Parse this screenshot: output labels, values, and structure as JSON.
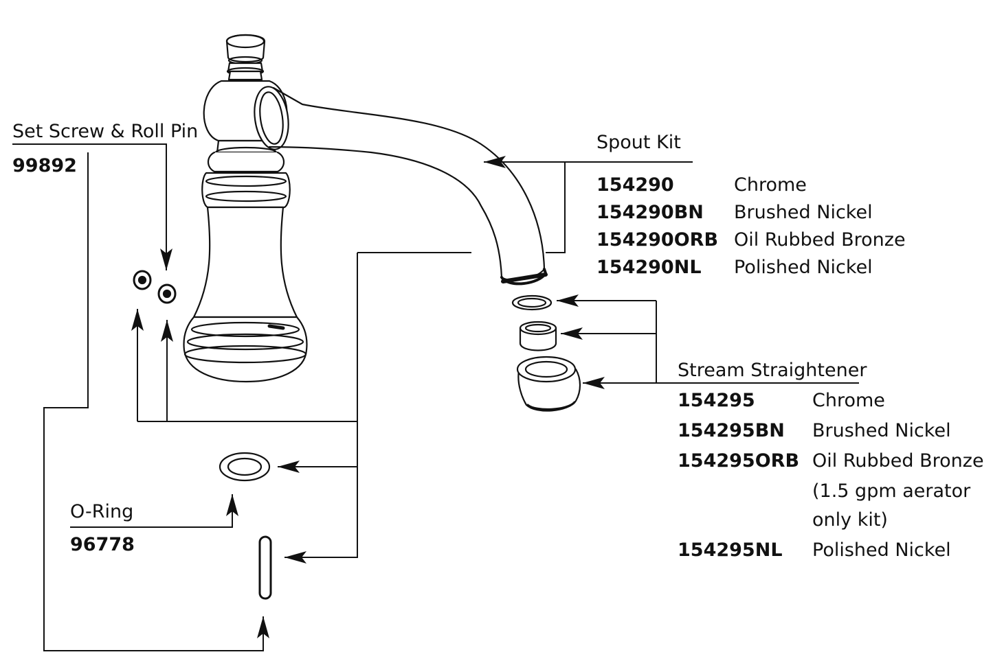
{
  "set_screw": {
    "title": "Set Screw & Roll Pin",
    "part_number": "99892"
  },
  "o_ring": {
    "title": "O-Ring",
    "part_number": "96778"
  },
  "spout_kit": {
    "title": "Spout Kit",
    "rows": [
      {
        "part": "154290",
        "finish": "Chrome"
      },
      {
        "part": "154290BN",
        "finish": "Brushed Nickel"
      },
      {
        "part": "154290ORB",
        "finish": "Oil Rubbed Bronze"
      },
      {
        "part": "154290NL",
        "finish": "Polished Nickel"
      }
    ]
  },
  "stream_straightener": {
    "title": "Stream Straightener",
    "rows": [
      {
        "part": "154295",
        "finish": "Chrome"
      },
      {
        "part": "154295BN",
        "finish": "Brushed Nickel"
      },
      {
        "part": "154295ORB",
        "finish": "Oil Rubbed Bronze"
      },
      {
        "part": "",
        "finish": "(1.5 gpm aerator"
      },
      {
        "part": "",
        "finish": "only kit)"
      },
      {
        "part": "154295NL",
        "finish": "Polished Nickel"
      }
    ]
  },
  "colors": {
    "line": "#111111",
    "background": "#ffffff"
  }
}
